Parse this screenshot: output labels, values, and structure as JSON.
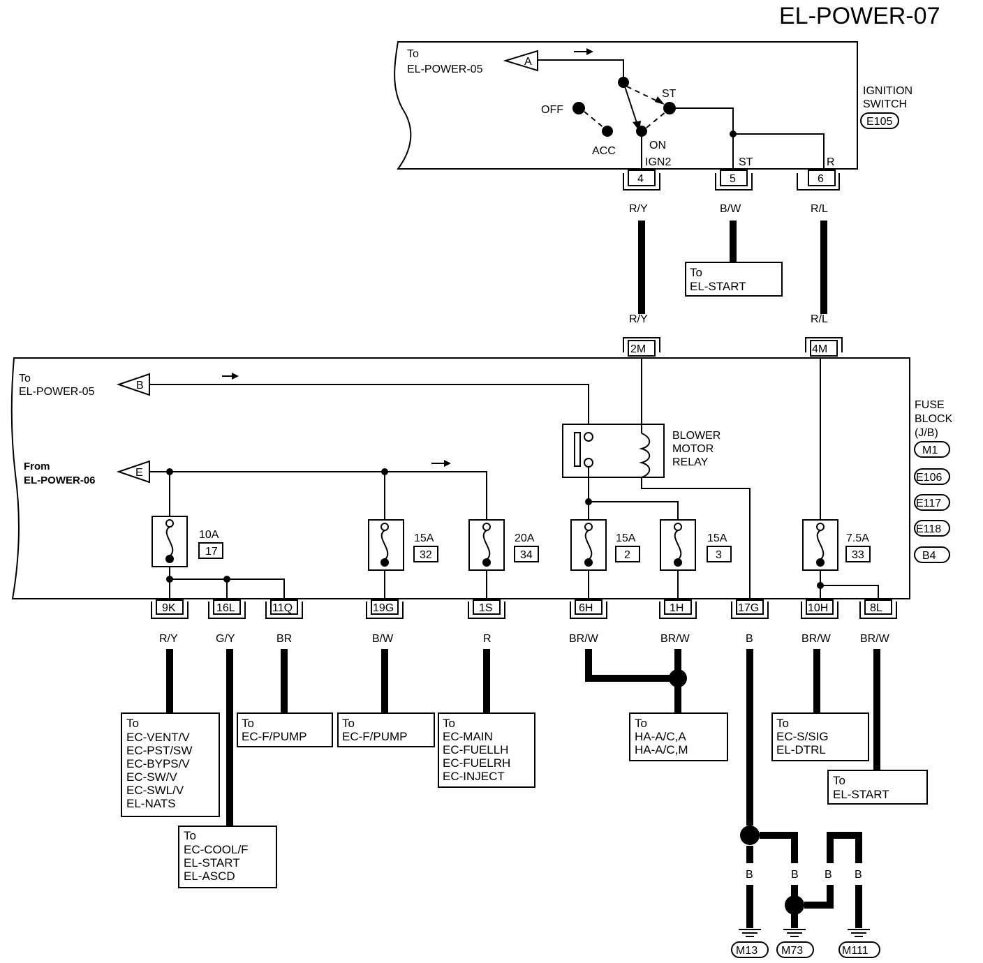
{
  "page_title": "EL-POWER-07",
  "ignition_switch": {
    "name_line1": "IGNITION",
    "name_line2": "SWITCH",
    "connector": "E105",
    "to_text": "To",
    "to_ref": "EL-POWER-05",
    "arrow_letter": "A",
    "positions": {
      "off": "OFF",
      "acc": "ACC",
      "on": "ON",
      "st": "ST"
    },
    "terminal_labels": {
      "ign2": "IGN2",
      "st": "ST",
      "r": "R"
    },
    "pins": [
      "4",
      "5",
      "6"
    ]
  },
  "wires_top": {
    "pin4_color": "R/Y",
    "pin5_color": "B/W",
    "pin6_color": "R/L",
    "pin4_color_lower": "R/Y",
    "pin6_color_lower": "R/L"
  },
  "el_start_top": {
    "to": "To",
    "ref": "EL-START"
  },
  "fuse_block": {
    "name_line1": "FUSE",
    "name_line2": "BLOCK",
    "name_line3": "(J/B)",
    "connectors": [
      "M1",
      "E106",
      "E117",
      "E118",
      "B4"
    ],
    "input_connectors": [
      "2M",
      "4M"
    ],
    "ref_b": {
      "to": "To",
      "ref": "EL-POWER-05",
      "letter": "B"
    },
    "ref_e": {
      "from": "From",
      "ref": "EL-POWER-06",
      "letter": "E"
    },
    "relay": {
      "line1": "BLOWER",
      "line2": "MOTOR",
      "line3": "RELAY"
    },
    "fuses": [
      {
        "rating": "10A",
        "number": "17"
      },
      {
        "rating": "15A",
        "number": "32"
      },
      {
        "rating": "20A",
        "number": "34"
      },
      {
        "rating": "15A",
        "number": "2"
      },
      {
        "rating": "15A",
        "number": "3"
      },
      {
        "rating": "7.5A",
        "number": "33"
      }
    ],
    "outputs": [
      {
        "pin": "9K",
        "color": "R/Y"
      },
      {
        "pin": "16L",
        "color": "G/Y"
      },
      {
        "pin": "11Q",
        "color": "BR"
      },
      {
        "pin": "19G",
        "color": "B/W"
      },
      {
        "pin": "1S",
        "color": "R"
      },
      {
        "pin": "6H",
        "color": "BR/W"
      },
      {
        "pin": "1H",
        "color": "BR/W"
      },
      {
        "pin": "17G",
        "color": "B"
      },
      {
        "pin": "10H",
        "color": "BR/W"
      },
      {
        "pin": "8L",
        "color": "BR/W"
      }
    ]
  },
  "destinations": {
    "vent": {
      "to": "To",
      "lines": [
        "EC-VENT/V",
        "EC-PST/SW",
        "EC-BYPS/V",
        "EC-SW/V",
        "EC-SWL/V",
        "EL-NATS"
      ]
    },
    "cool": {
      "to": "To",
      "lines": [
        "EC-COOL/F",
        "EL-START",
        "EL-ASCD"
      ]
    },
    "fpump1": {
      "to": "To",
      "lines": [
        "EC-F/PUMP"
      ]
    },
    "fpump2": {
      "to": "To",
      "lines": [
        "EC-F/PUMP"
      ]
    },
    "main": {
      "to": "To",
      "lines": [
        "EC-MAIN",
        "EC-FUELLH",
        "EC-FUELRH",
        "EC-INJECT"
      ]
    },
    "hvac": {
      "to": "To",
      "lines": [
        "HA-A/C,A",
        "HA-A/C,M"
      ]
    },
    "ssig": {
      "to": "To",
      "lines": [
        "EC-S/SIG",
        "EL-DTRL"
      ]
    },
    "start": {
      "to": "To",
      "lines": [
        "EL-START"
      ]
    }
  },
  "grounds": {
    "wire_colors": [
      "B",
      "B",
      "B",
      "B"
    ],
    "labels": [
      "M13",
      "M73",
      "M111"
    ]
  }
}
